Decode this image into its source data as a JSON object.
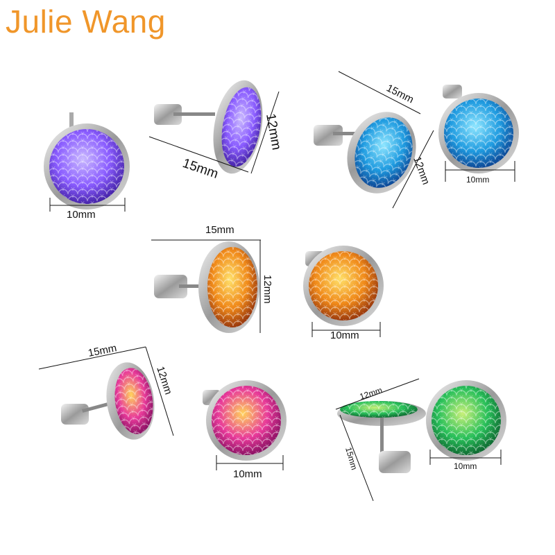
{
  "brand": {
    "text": "Julie Wang",
    "color": "#f0962a"
  },
  "dimensions": {
    "d15": "15mm",
    "d12": "12mm",
    "d10": "10mm"
  },
  "finishes": [
    {
      "name": "purple",
      "colors": [
        "#5a2fd0",
        "#8a5cff",
        "#c9b8ff"
      ]
    },
    {
      "name": "blue",
      "colors": [
        "#0d4fb8",
        "#1f9be0",
        "#8fe6ff"
      ]
    },
    {
      "name": "orange",
      "colors": [
        "#b8420c",
        "#f08a1a",
        "#ffe06a"
      ]
    },
    {
      "name": "magenta",
      "colors": [
        "#b0157a",
        "#e83a9a",
        "#ffd35a"
      ]
    },
    {
      "name": "green",
      "colors": [
        "#0f8a3a",
        "#29c05a",
        "#c8f07a"
      ]
    }
  ]
}
